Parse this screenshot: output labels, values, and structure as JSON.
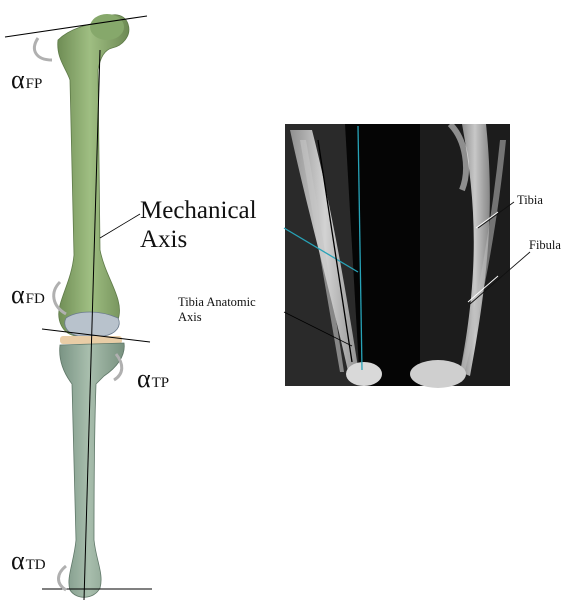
{
  "labels": {
    "alpha_fp": {
      "alpha": "α",
      "sub": "FP"
    },
    "alpha_fd": {
      "alpha": "α",
      "sub": "FD"
    },
    "alpha_tp": {
      "alpha": "α",
      "sub": "TP"
    },
    "alpha_td": {
      "alpha": "α",
      "sub": "TD"
    },
    "mechanical_axis_line1": "Mechanical",
    "mechanical_axis_line2": "Axis",
    "tibia_anatomic_axis_line1": "Tibia Anatomic",
    "tibia_anatomic_axis_line2": "Axis",
    "tibia": "Tibia",
    "fibula": "Fibula"
  },
  "colors": {
    "femur": "#8fae72",
    "tibia_bone": "#9bb2a0",
    "knee_cap": "#b9c4ce",
    "cartilage": "#e8caa0",
    "xray_bg": "#000000",
    "blue_axis": "#27a3b8"
  }
}
